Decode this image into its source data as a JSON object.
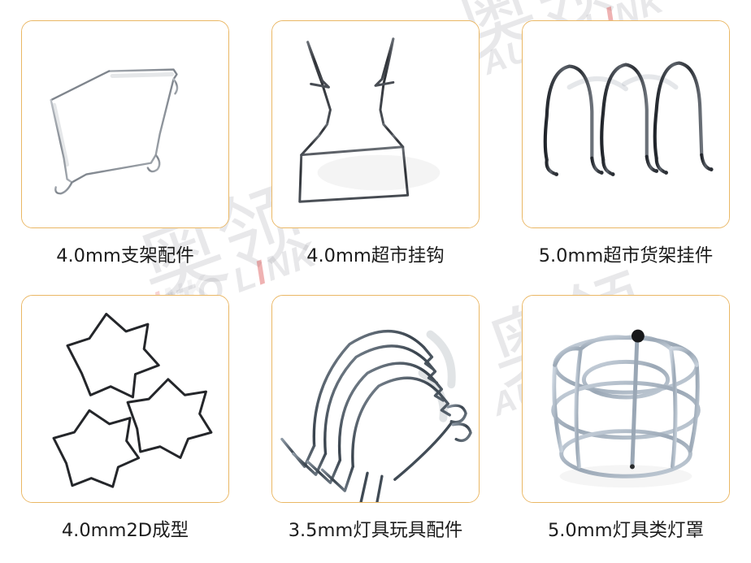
{
  "page": {
    "background_color": "#ffffff",
    "card_border_color": "#eab764",
    "caption_color": "#1c1c1c",
    "columns": 3,
    "rows": 2
  },
  "watermark": {
    "brand_cn": "奥领",
    "brand_en_part1": "AUTO L",
    "brand_en_red": "I",
    "brand_en_part2": "NK",
    "brand_en_full": "AUTO LINK",
    "color_gray": "#9698a0",
    "color_red": "#d63e3e"
  },
  "products": [
    {
      "id": "product-1",
      "caption": "4.0mm支架配件",
      "image_alt": "bent wire bracket accessory",
      "wire_color": "#8d9096"
    },
    {
      "id": "product-2",
      "caption": "4.0mm超市挂钩",
      "image_alt": "supermarket wire hook with rectangular frame",
      "wire_color": "#4a4d52"
    },
    {
      "id": "product-3",
      "caption": "5.0mm超市货架挂件",
      "image_alt": "three U-shaped supermarket shelf hangers",
      "wire_color": "#3c4046"
    },
    {
      "id": "product-4",
      "caption": "4.0mm2D成型",
      "image_alt": "three star shaped 2D formed wire rings",
      "wire_color": "#2a2c2e"
    },
    {
      "id": "product-5",
      "caption": "3.5mm灯具玩具配件",
      "image_alt": "curved wire lamp and toy accessories",
      "wire_color": "#5d6a74"
    },
    {
      "id": "product-6",
      "caption": "5.0mm灯具类灯罩",
      "image_alt": "round wire lamp shade cage",
      "wire_color": "#aab4c0"
    }
  ]
}
